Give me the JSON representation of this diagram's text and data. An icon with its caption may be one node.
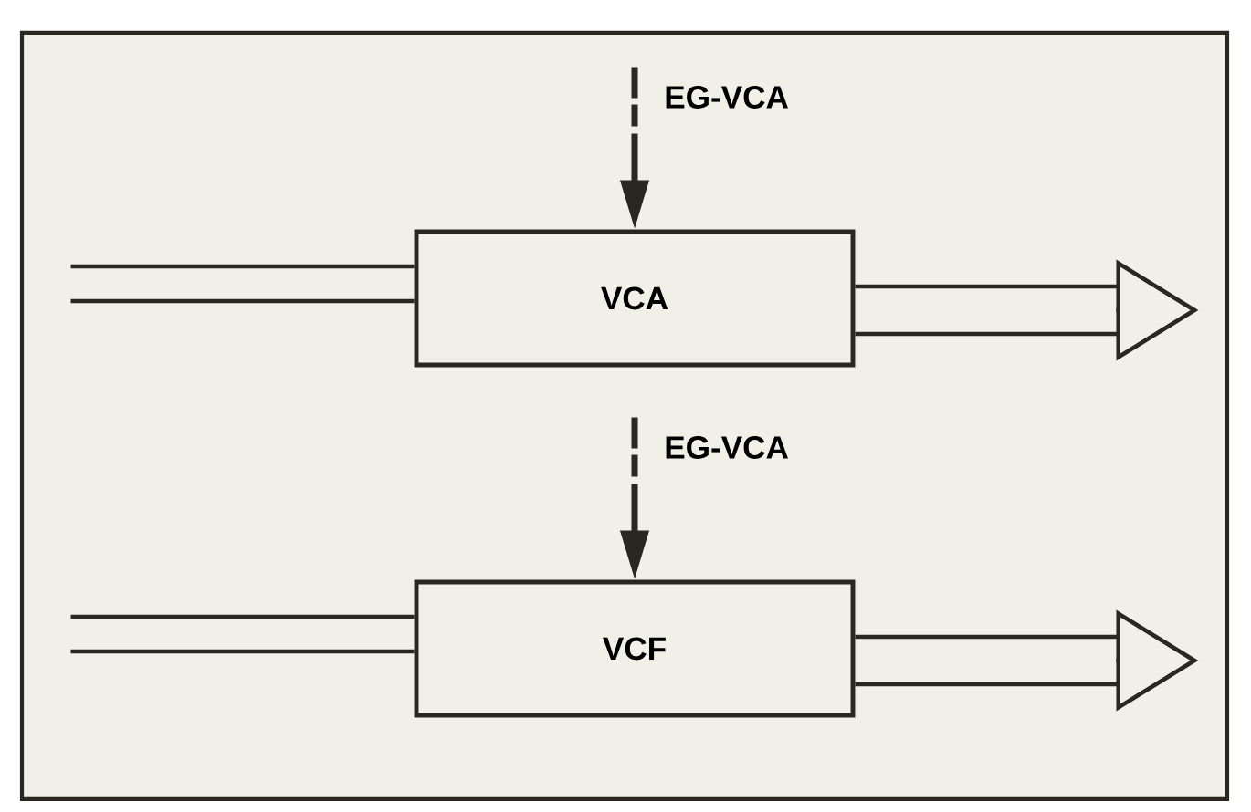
{
  "diagram": {
    "nodes": [
      {
        "text": [
          "VCA"
        ]
      },
      {
        "text": [
          "VCF"
        ]
      }
    ],
    "edges": [
      {
        "from": null,
        "to": 0,
        "arrow": "none"
      },
      {
        "from": 0,
        "to": null,
        "arrow": "to"
      },
      {
        "from": null,
        "to": 0,
        "arrow": "to",
        "label": "EG-VCA",
        "style": "dashed"
      },
      {
        "from": null,
        "to": 1,
        "arrow": "none"
      },
      {
        "from": 1,
        "to": null,
        "arrow": "to"
      },
      {
        "from": null,
        "to": 1,
        "arrow": "to",
        "label": "EG-VCA",
        "style": "dashed"
      }
    ]
  }
}
